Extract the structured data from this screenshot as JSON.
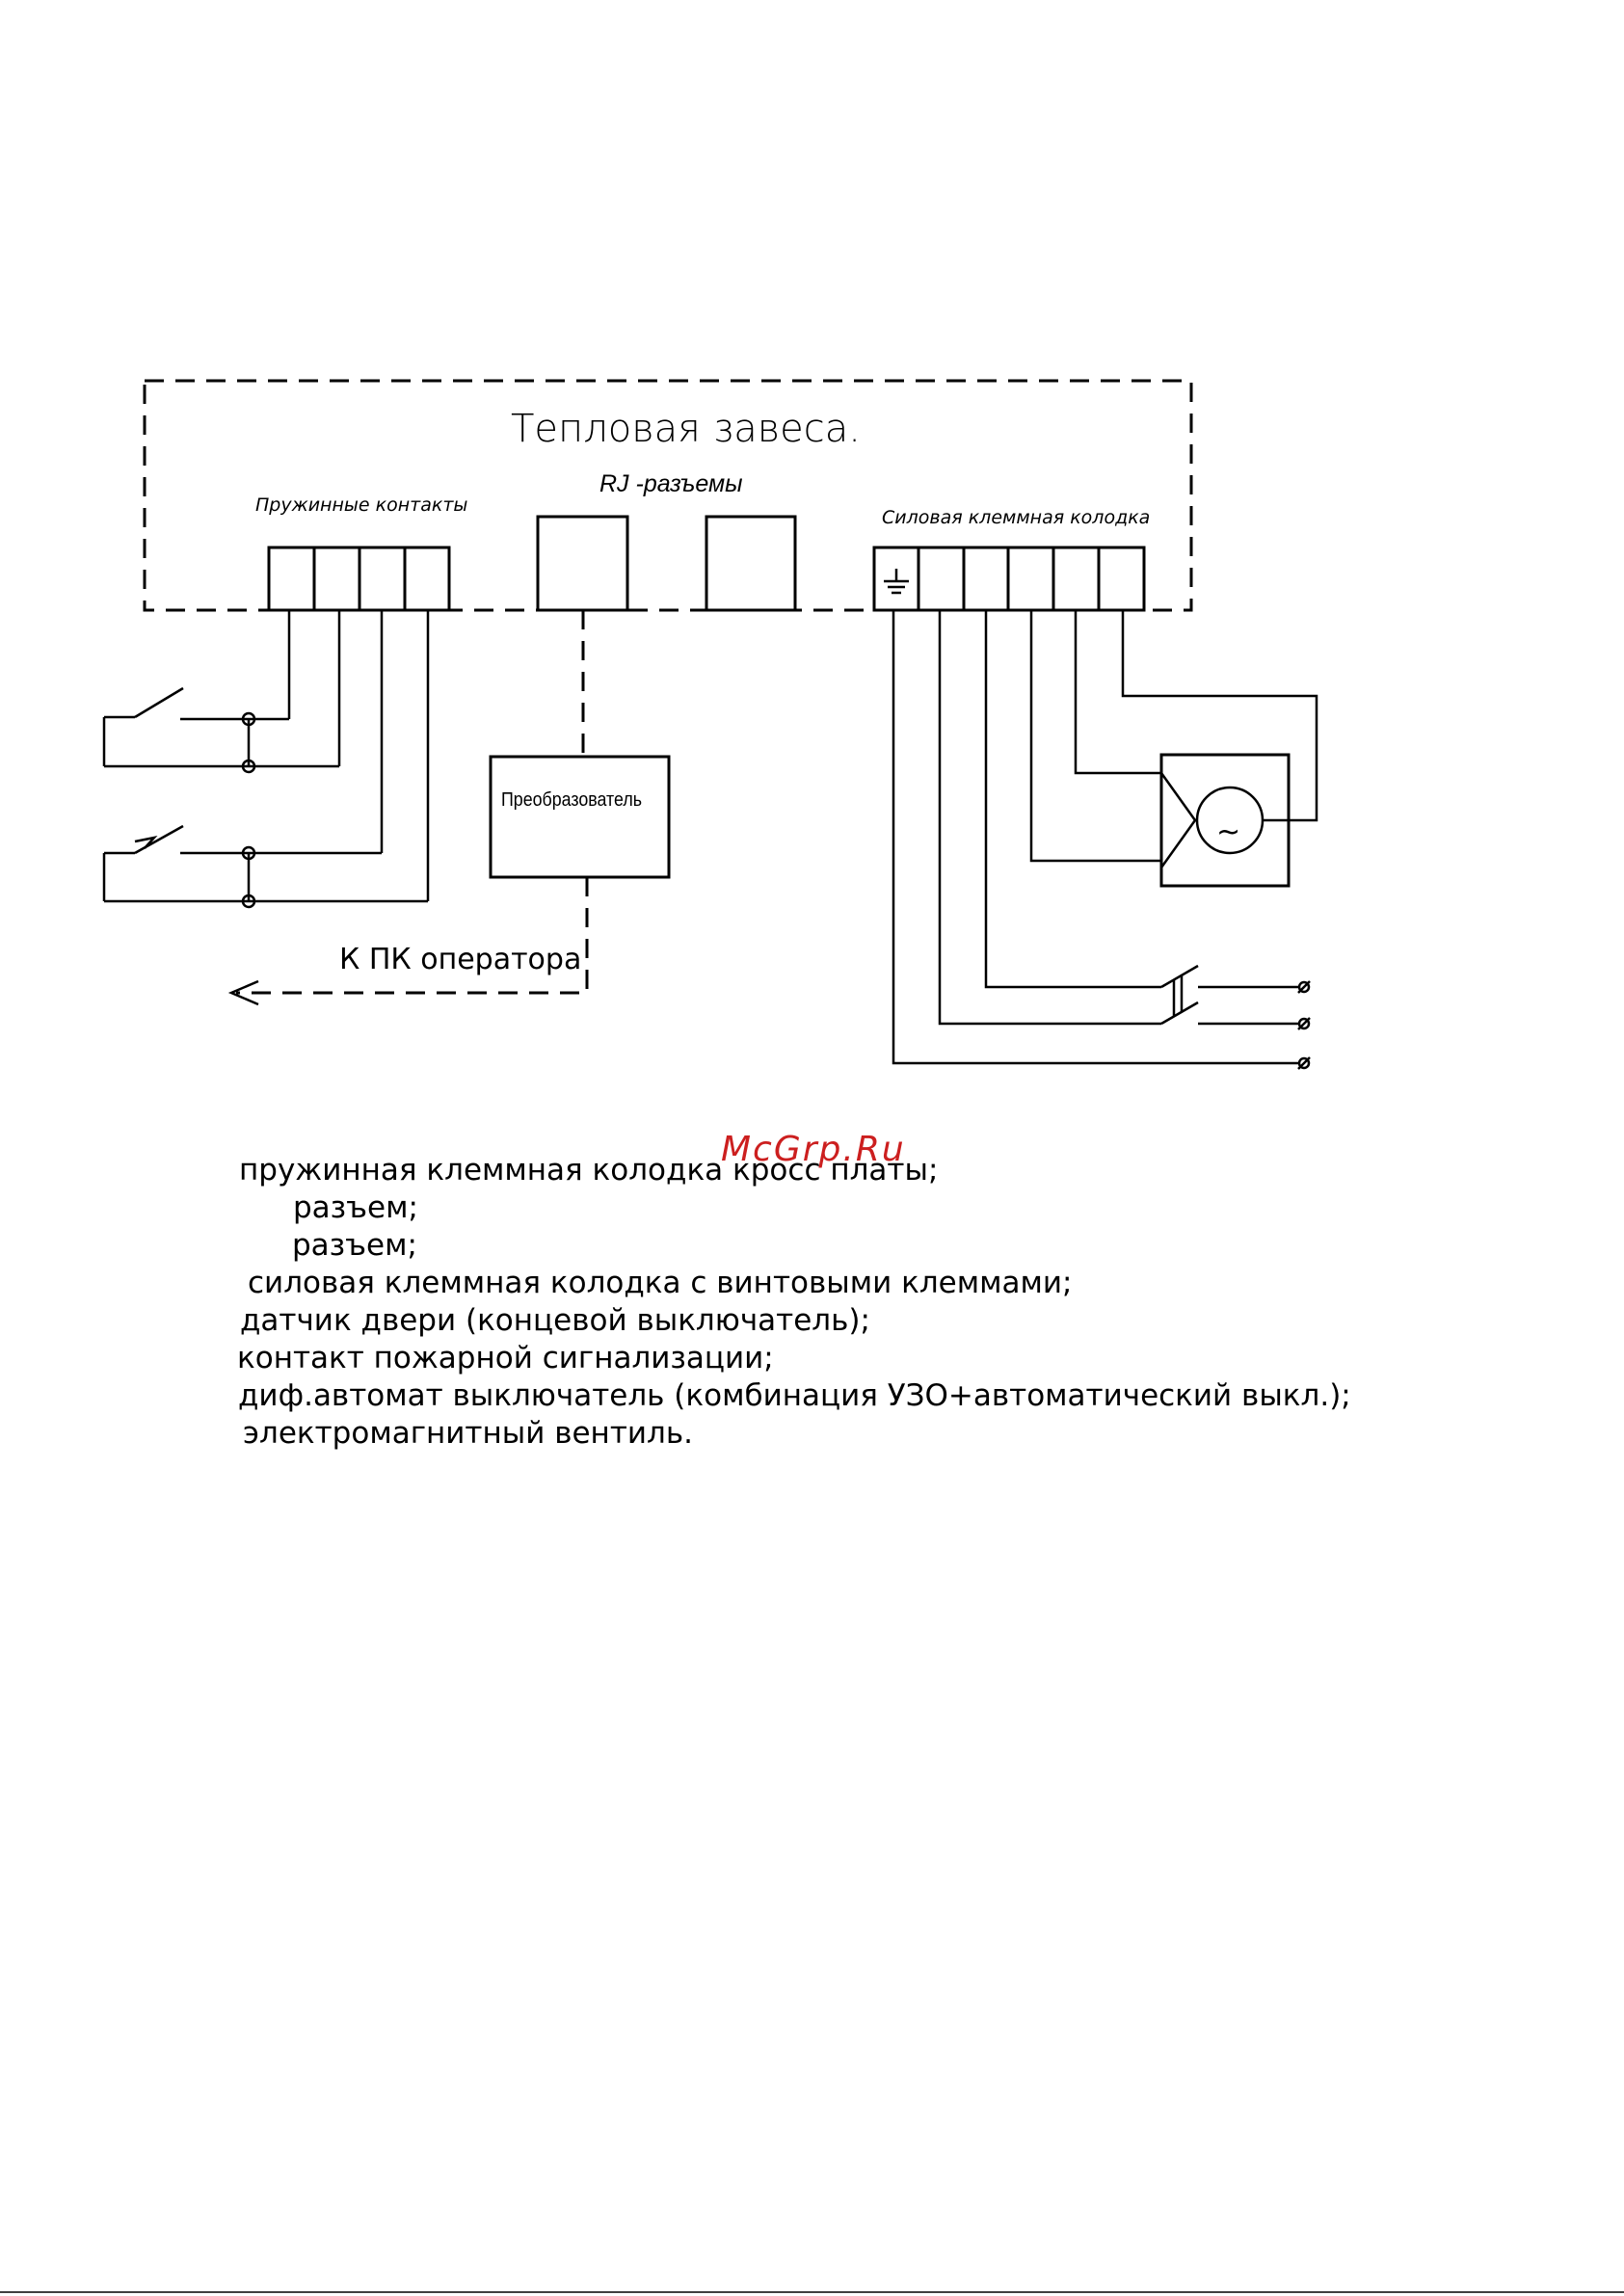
{
  "diagram": {
    "title": "Тепловая завеса.",
    "spring_contacts_label": "Пружинные контакты",
    "rj_label": "RJ -разъемы",
    "power_terminal_label": "Силовая клеммная колодка",
    "converter_label": "Преобразователь",
    "pc_label": "К ПК оператора",
    "ground_symbol": "ground-icon",
    "motor_symbol": "~",
    "terminal_symbol": "ø"
  },
  "watermark": "McGrp.Ru",
  "legend": [
    "пружинная клеммная колодка кросс платы;",
    "разъем;",
    "разъем;",
    "силовая клеммная колодка с винтовыми клеммами;",
    "датчик двери (концевой выключатель);",
    "контакт пожарной сигнализации;",
    "диф.автомат выключатель (комбинация УЗО+автоматический выкл.);",
    "электромагнитный вентиль."
  ]
}
